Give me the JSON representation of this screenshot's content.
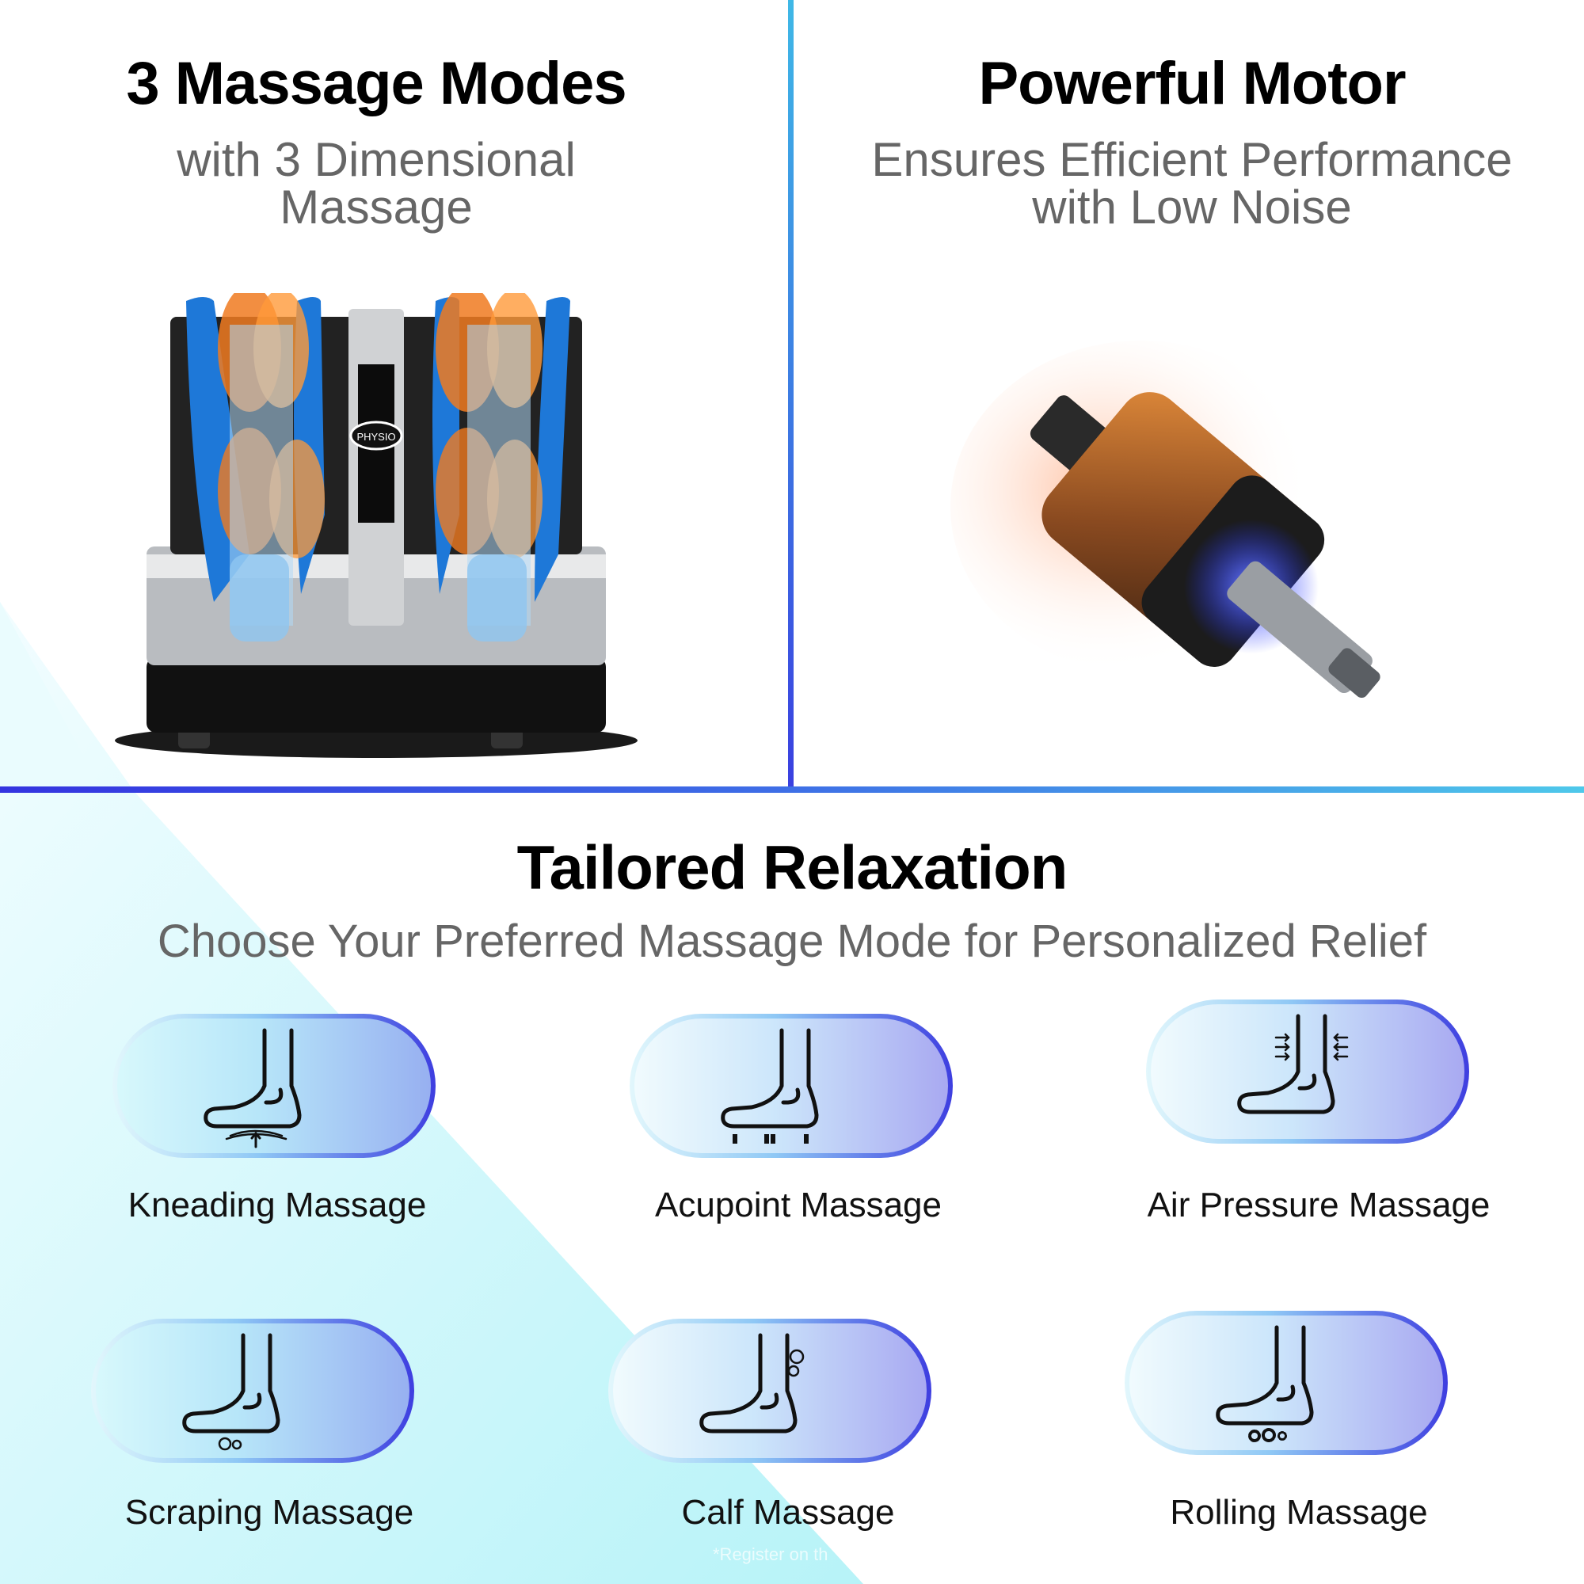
{
  "panels": {
    "left": {
      "title": "3 Massage Modes",
      "subtitle_line1": "with 3 Dimensional",
      "subtitle_line2": "Massage",
      "image": "foot-calf-massager-product",
      "logo_text": "PHYSIO"
    },
    "right": {
      "title": "Powerful Motor",
      "subtitle_line1": "Ensures Efficient Performance",
      "subtitle_line2": "with Low Noise",
      "image": "motor-cutaway"
    }
  },
  "section": {
    "title": "Tailored Relaxation",
    "subtitle": "Choose Your Preferred Massage Mode for Personalized Relief"
  },
  "modes": [
    {
      "label": "Kneading Massage",
      "icon": "foot-kneading-icon"
    },
    {
      "label": "Acupoint Massage",
      "icon": "foot-acupoint-icon"
    },
    {
      "label": "Air Pressure Massage",
      "icon": "foot-air-pressure-icon"
    },
    {
      "label": "Scraping Massage",
      "icon": "foot-scraping-icon"
    },
    {
      "label": "Calf Massage",
      "icon": "foot-calf-icon"
    },
    {
      "label": "Rolling Massage",
      "icon": "foot-rolling-icon"
    }
  ],
  "footnote": "*Register on th",
  "colors": {
    "accent_blue": "#3a3fe0",
    "accent_cyan": "#4ec8ea",
    "title_text": "#000000",
    "subtitle_text": "#666666",
    "wedge_cyan": "#c4f6fa"
  }
}
